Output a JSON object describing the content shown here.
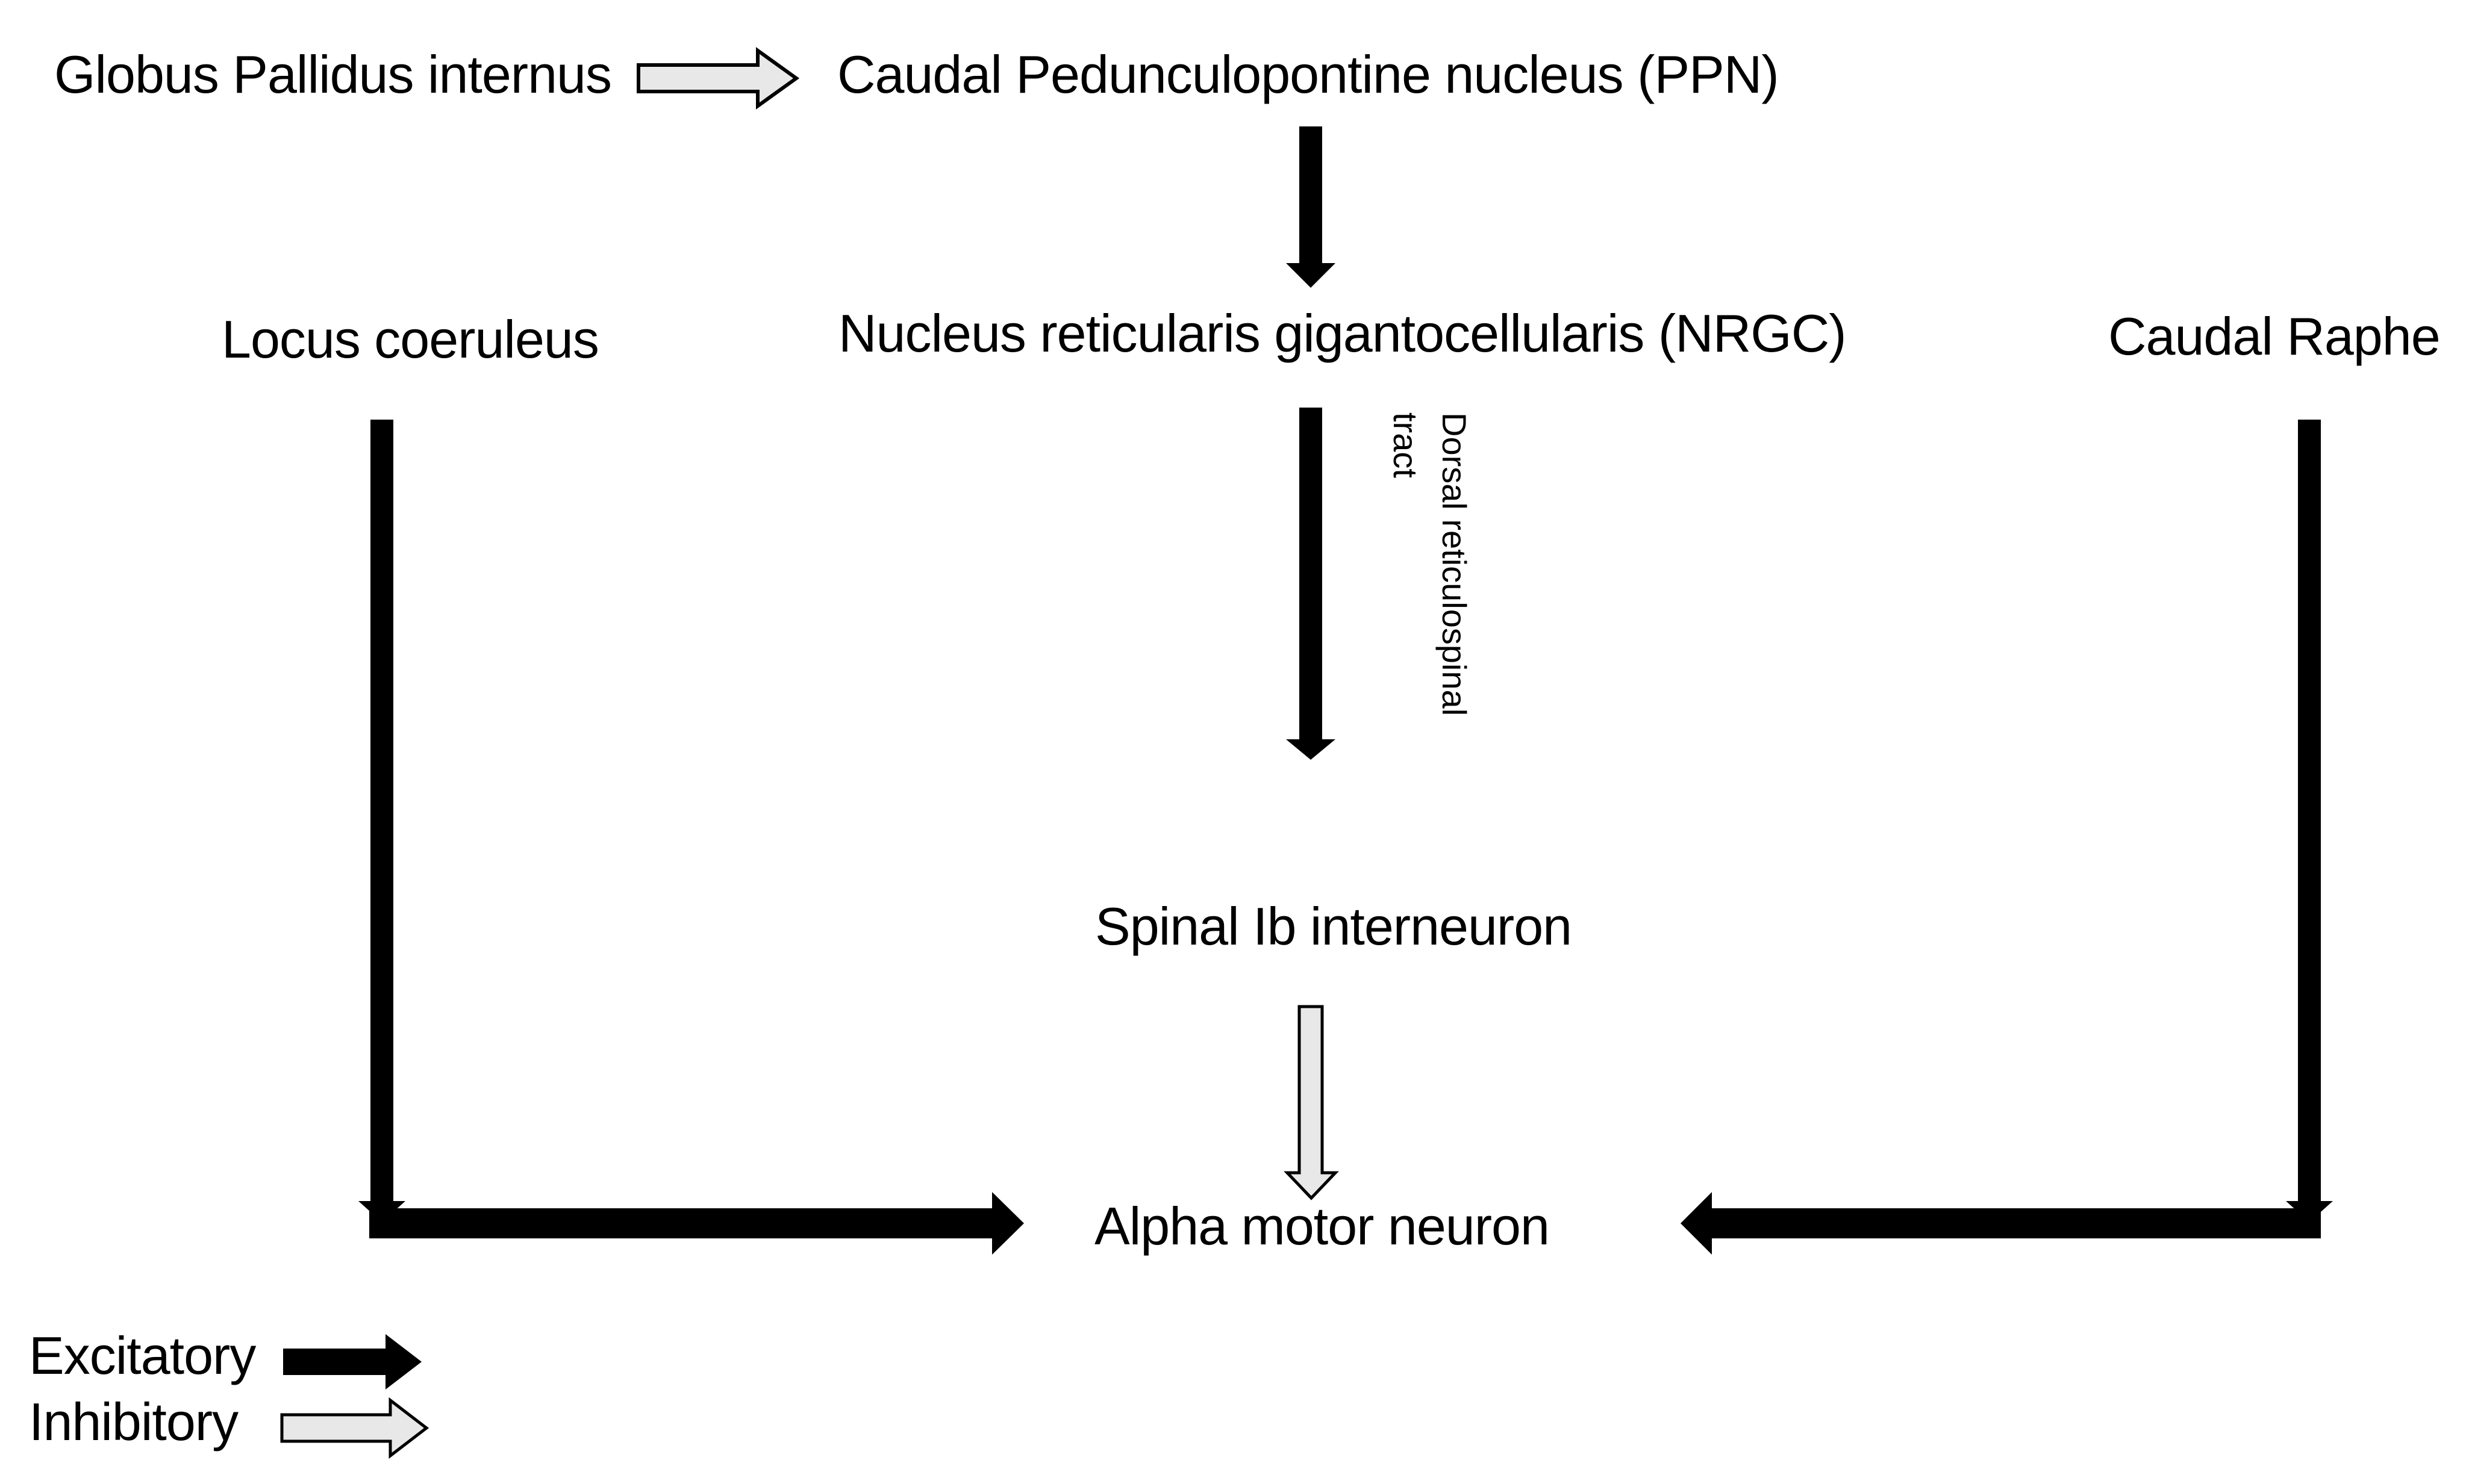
{
  "background": "#ffffff",
  "colors": {
    "excitatory": "#000000",
    "inhibitory_fill": "#e8e8e8",
    "inhibitory_stroke": "#000000",
    "text": "#000000"
  },
  "nodes": {
    "gpi": "Globus Pallidus internus",
    "ppn": "Caudal Pedunculopontine nucleus (PPN)",
    "nrgc": "Nucleus reticularis gigantocellularis (NRGC)",
    "locus_coeruleus": "Locus coeruleus",
    "caudal_raphe": "Caudal Raphe",
    "spinal_ib": "Spinal Ib interneuron",
    "alpha_motor_neuron": "Alpha motor neuron"
  },
  "pathway_label": "Dorsal reticulospinal tract",
  "legend": {
    "excitatory": "Excitatory",
    "inhibitory": "Inhibitory"
  },
  "connections": [
    {
      "from": "Globus Pallidus internus",
      "to": "Caudal Pedunculopontine nucleus (PPN)",
      "type": "inhibitory"
    },
    {
      "from": "Caudal Pedunculopontine nucleus (PPN)",
      "to": "Nucleus reticularis gigantocellularis (NRGC)",
      "type": "excitatory"
    },
    {
      "from": "Nucleus reticularis gigantocellularis (NRGC)",
      "to": "Spinal Ib interneuron",
      "type": "excitatory",
      "via": "Dorsal reticulospinal tract"
    },
    {
      "from": "Spinal Ib interneuron",
      "to": "Alpha motor neuron",
      "type": "inhibitory"
    },
    {
      "from": "Locus coeruleus",
      "to": "Alpha motor neuron",
      "type": "excitatory"
    },
    {
      "from": "Caudal Raphe",
      "to": "Alpha motor neuron",
      "type": "excitatory"
    }
  ]
}
